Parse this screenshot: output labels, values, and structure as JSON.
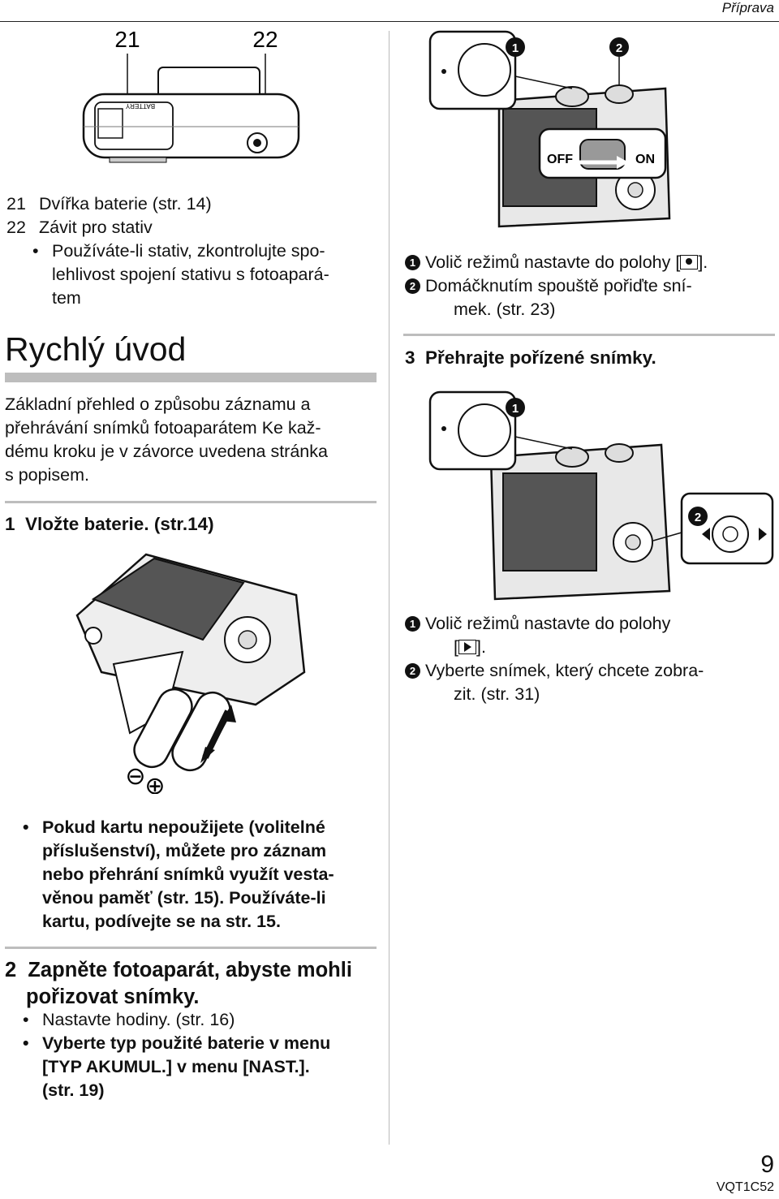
{
  "header": {
    "title": "Příprava"
  },
  "top_figure": {
    "callout_21": "21",
    "callout_22": "22",
    "battery_label": "BATTERY"
  },
  "parts": [
    {
      "num": "21",
      "text": "Dvířka baterie (str. 14)"
    },
    {
      "num": "22",
      "text": "Závit pro stativ"
    }
  ],
  "stand_note_lines": [
    "Používáte-li stativ, zkontrolujte spo-",
    "lehlivost spojení stativu s fotoapará-",
    "tem"
  ],
  "quick_start": {
    "title": "Rychlý úvod",
    "intro_lines": [
      "Základní přehled o způsobu záznamu a",
      "přehrávání snímků fotoaparátem Ke kaž-",
      "dému kroku je v závorce uvedena stránka",
      "s popisem."
    ]
  },
  "step1": {
    "num": "1",
    "text": "Vložte baterie. (str.14)"
  },
  "battery_figure": {
    "minus": "⊖",
    "plus": "⊕"
  },
  "card_note_lines": [
    "Pokud kartu nepoužijete (volitelné",
    "příslušenství), můžete pro záznam",
    "nebo přehrání snímků využít vesta-",
    "věnou paměť (str. 15). Používáte-li",
    "kartu, podívejte se na str. 15."
  ],
  "step2": {
    "num": "2",
    "title_lines": [
      "Zapněte fotoaparát, abyste mohli",
      "pořizovat snímky."
    ],
    "bullet1": "Nastavte hodiny. (str. 16)",
    "bullet2_lines": [
      "Vyberte typ použité baterie v menu",
      "[TYP AKUMUL.] v menu [NAST.].",
      "(str. 19)"
    ]
  },
  "record_figure": {
    "marker1": "1",
    "marker2": "2",
    "off": "OFF",
    "on": "ON"
  },
  "record_steps": {
    "marker1": "1",
    "marker2": "2",
    "step1_pre": "Volič režimů nastavte do polohy [",
    "step1_post": "].",
    "step2_lines": [
      "Domáčknutím spouště pořiďte sní-",
      "mek. (str. 23)"
    ]
  },
  "step3": {
    "num": "3",
    "text": "Přehrajte pořízené snímky."
  },
  "play_figure": {
    "marker1": "1",
    "marker2": "2"
  },
  "play_steps": {
    "marker1": "1",
    "marker2": "2",
    "step1_line1": "Volič režimů nastavte do polohy",
    "step1_pre": "[",
    "step1_post": "].",
    "step2_lines": [
      "Vyberte snímek, který chcete zobra-",
      "zit. (str. 31)"
    ]
  },
  "footer": {
    "page_number": "9",
    "code": "VQT1C52"
  }
}
